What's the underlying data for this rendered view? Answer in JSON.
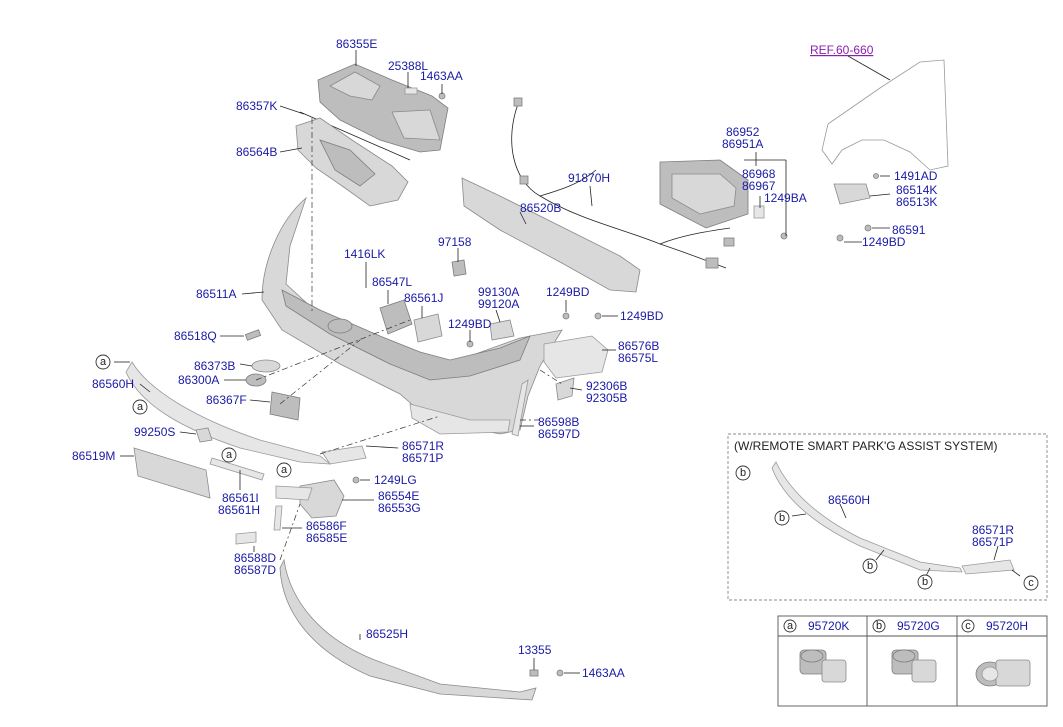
{
  "labels": {
    "p86355E": "86355E",
    "p25388L": "25388L",
    "p1463AA_a": "1463AA",
    "p86357K": "86357K",
    "p86564B": "86564B",
    "ref": "REF.60-660",
    "p86952": "86952",
    "p86951A": "86951A",
    "p86968": "86968",
    "p86967": "86967",
    "p1249BA": "1249BA",
    "p91870H": "91870H",
    "p86520B": "86520B",
    "p1491AD": "1491AD",
    "p86514K": "86514K",
    "p86513K": "86513K",
    "p86591": "86591",
    "p1249BD_a": "1249BD",
    "p1416LK": "1416LK",
    "p97158": "97158",
    "p86547L": "86547L",
    "p86561J": "86561J",
    "p99130A": "99130A",
    "p99120A": "99120A",
    "p1249BD_b": "1249BD",
    "p1249BD_c": "1249BD",
    "p1249BD_d": "1249BD",
    "p86511A": "86511A",
    "p86518Q": "86518Q",
    "p86576B": "86576B",
    "p86575L": "86575L",
    "p86373B": "86373B",
    "p86300A": "86300A",
    "p86560H": "86560H",
    "p92306B": "92306B",
    "p92305B": "92305B",
    "p86367F": "86367F",
    "p86598B": "86598B",
    "p86597D": "86597D",
    "p99250S": "99250S",
    "p86571R": "86571R",
    "p86571P": "86571P",
    "p86519M": "86519M",
    "p1249LG": "1249LG",
    "p86561I": "86561I",
    "p86561H": "86561H",
    "p86554E": "86554E",
    "p86553G": "86553G",
    "p86586F": "86586F",
    "p86585E": "86585E",
    "p86588D": "86588D",
    "p86587D": "86587D",
    "p86525H": "86525H",
    "p13355": "13355",
    "p1463AA_b": "1463AA"
  },
  "callouts": {
    "a1": "a",
    "a2": "a",
    "a3": "a",
    "a4": "a",
    "b1": "b",
    "b2": "b",
    "b3": "b",
    "b4": "b",
    "c1": "c"
  },
  "inset": {
    "title": "(W/REMOTE SMART PARK'G ASSIST SYSTEM)",
    "p86560H": "86560H",
    "p86571R": "86571R",
    "p86571P": "86571P"
  },
  "table": [
    {
      "key": "a",
      "part": "95720K"
    },
    {
      "key": "b",
      "part": "95720G"
    },
    {
      "key": "c",
      "part": "95720H"
    }
  ]
}
